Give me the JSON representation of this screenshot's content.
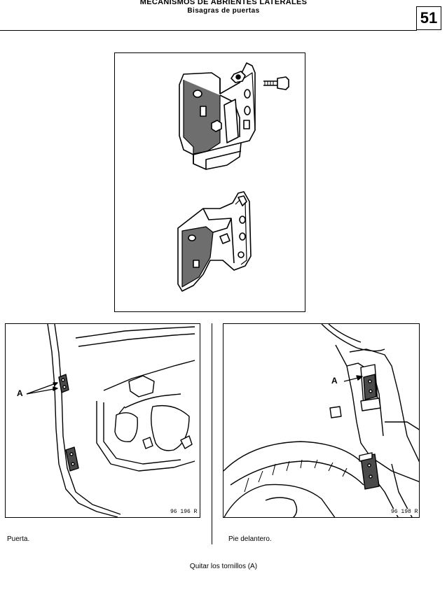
{
  "header": {
    "title": "MECANISMOS DE ABRIENTES LATERALES",
    "subtitle": "Bisagras de puertas",
    "page_number": "51"
  },
  "figures": {
    "left": {
      "callout": "A",
      "ref_code": "96 196 R",
      "caption": "Puerta."
    },
    "right": {
      "callout": "A",
      "ref_code": "96 198 R",
      "caption": "Pie delantero."
    }
  },
  "instruction": "Quitar los tornillos (A)"
}
